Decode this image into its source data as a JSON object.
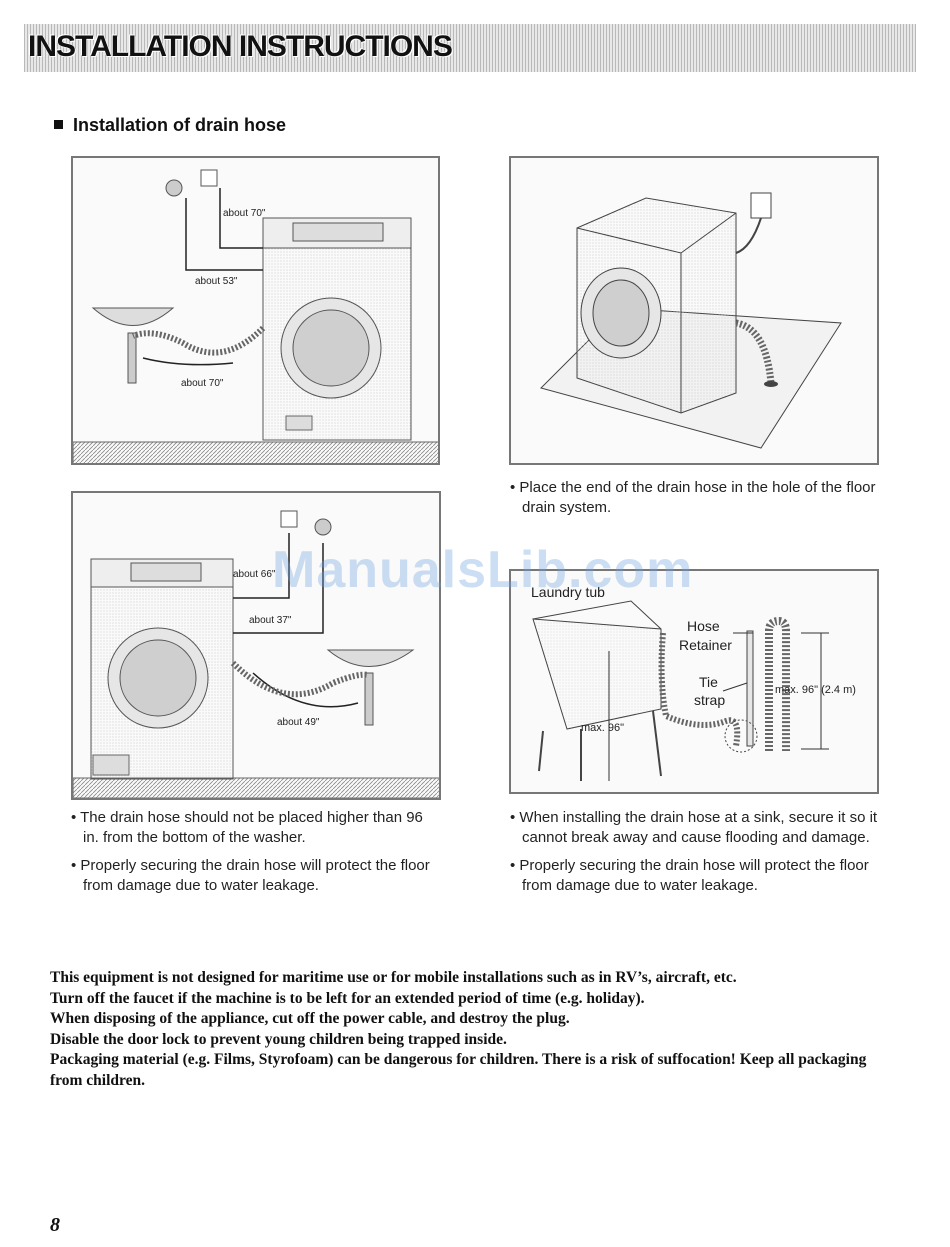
{
  "header": {
    "title": "INSTALLATION INSTRUCTIONS"
  },
  "section": {
    "heading": "Installation of drain hose"
  },
  "figures": {
    "fig1": {
      "label_top": "about 70\"",
      "label_mid": "about 53\"",
      "label_bottom": "about 70\""
    },
    "fig3": {
      "label_top": "about 66\"",
      "label_mid": "about 37\"",
      "label_bottom": "about 49\""
    },
    "fig4": {
      "laundry_tub": "Laundry tub",
      "hose": "Hose",
      "retainer": "Retainer",
      "tie": "Tie",
      "strap": "strap",
      "max_right": "max. 96\" (2.4 m)",
      "max_left": "max. 96\""
    }
  },
  "captions": {
    "right_top": [
      "• Place the end of the drain hose in the hole of the floor drain system."
    ],
    "left_bottom": [
      "• The drain hose should not be placed higher than 96 in. from the bottom of the washer.",
      "• Properly securing the drain hose will protect the floor from damage due to water leakage."
    ],
    "right_bottom": [
      "• When installing the drain hose at a sink, secure it so it cannot break away and cause flooding and damage.",
      "• Properly securing the drain hose will protect the floor from damage due to water leakage."
    ]
  },
  "warnings": [
    "This equipment is not designed for maritime use or for mobile installations such as in RV’s, aircraft, etc.",
    "Turn off the faucet if the machine is to be left for an extended period of time (e.g. holiday).",
    "When disposing of the appliance, cut off the power cable, and destroy the plug.",
    "Disable the door lock to prevent young children being trapped inside.",
    "Packaging material (e.g. Films, Styrofoam) can be dangerous for children. There is a risk of suffocation!  Keep all packaging from children."
  ],
  "watermark": "ManualsLib.com",
  "page_number": "8"
}
